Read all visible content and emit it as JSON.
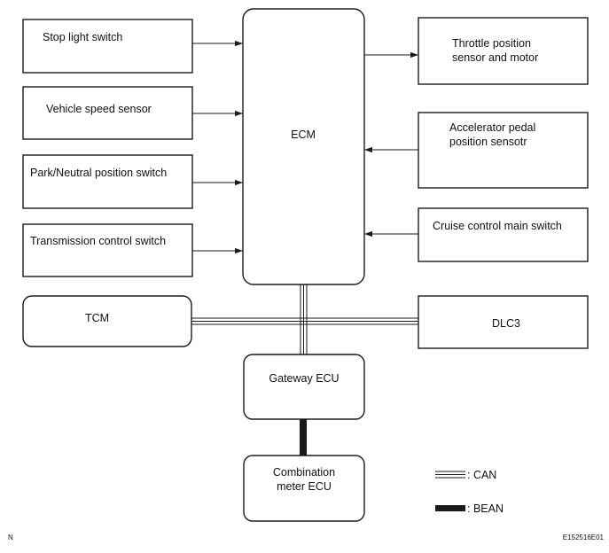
{
  "components": {
    "stop_light_switch": "Stop light switch",
    "vehicle_speed_sensor": "Vehicle speed sensor",
    "park_neutral_position_switch": "Park/Neutral position switch",
    "transmission_control_switch": "Transmission control switch",
    "ecm": "ECM",
    "throttle_position_sensor_line1": "Throttle position",
    "throttle_position_sensor_line2": "sensor and motor",
    "accelerator_pedal_line1": "Accelerator pedal",
    "accelerator_pedal_line2": "position sensotr",
    "cruise_control_main_switch": "Cruise control main switch",
    "tcm": "TCM",
    "dlc3": "DLC3",
    "gateway_ecu": "Gateway ECU",
    "combination_meter_line1": "Combination",
    "combination_meter_line2": "meter ECU"
  },
  "legend": {
    "can_label": ": CAN",
    "bean_label": ": BEAN"
  },
  "footer": {
    "left_code": "N",
    "right_code": "E152516E01"
  },
  "colors": {
    "line": "#1a1a1a",
    "background": "#ffffff"
  }
}
